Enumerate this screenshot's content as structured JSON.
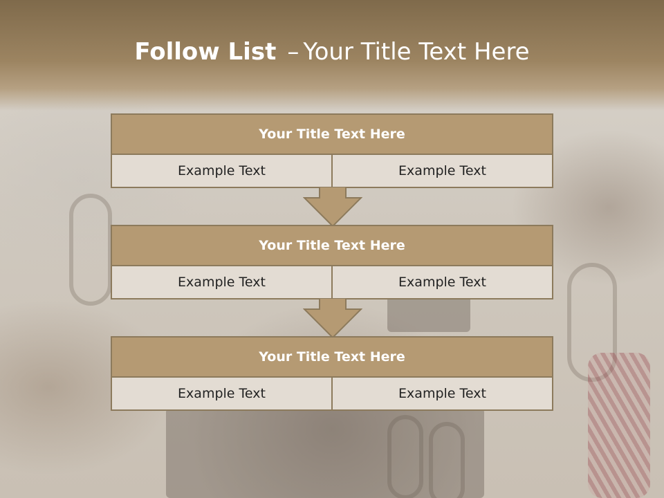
{
  "slide": {
    "title_bold": "Follow List",
    "title_dash": "–",
    "title_rest": "Your Title Text Here"
  },
  "blocks": [
    {
      "title": "Your Title Text Here",
      "cells": [
        "Example Text",
        "Example Text"
      ]
    },
    {
      "title": "Your Title Text Here",
      "cells": [
        "Example Text",
        "Example Text"
      ]
    },
    {
      "title": "Your Title Text Here",
      "cells": [
        "Example Text",
        "Example Text"
      ]
    }
  ],
  "colors": {
    "header": "#9c8461",
    "block_title": "#b59a73",
    "cell": "#e3dcd3",
    "border": "#8c7a5c"
  },
  "icons": [
    "down-arrow-icon",
    "down-arrow-icon"
  ]
}
